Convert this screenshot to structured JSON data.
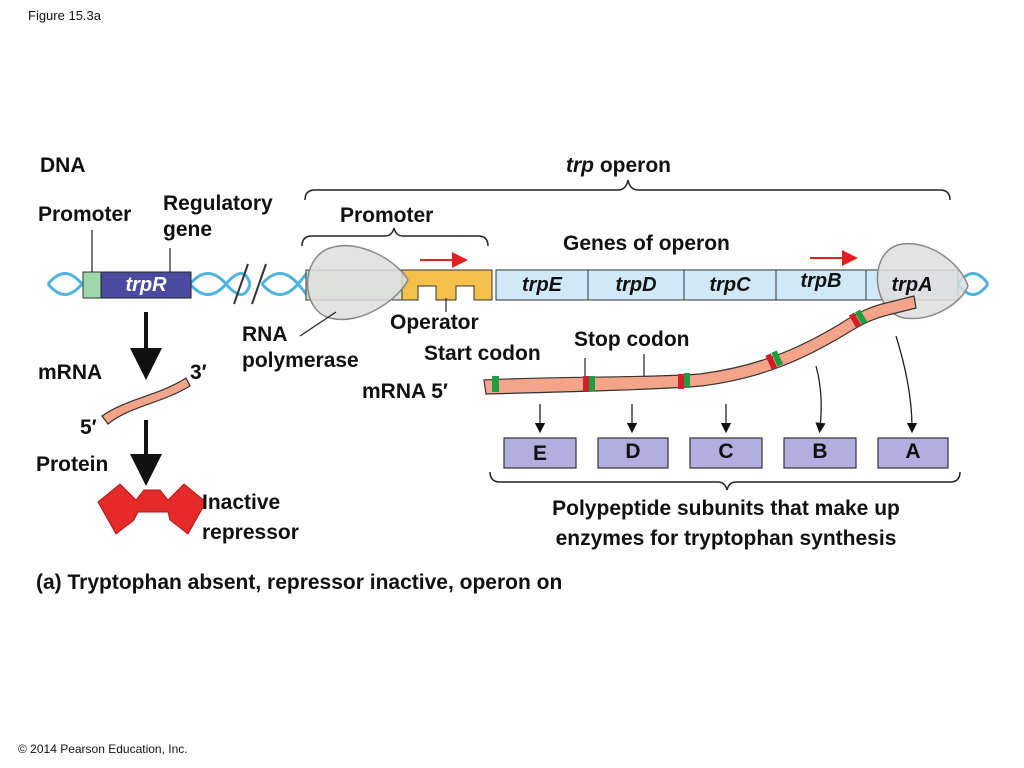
{
  "figure_label": "Figure 15.3a",
  "copyright": "© 2014 Pearson Education, Inc.",
  "caption": "(a) Tryptophan absent, repressor inactive, operon on",
  "labels": {
    "dna": "DNA",
    "trp_operon_italic": "trp",
    "trp_operon_rest": " operon",
    "promoter_left": "Promoter",
    "regulatory_gene": [
      "Regulatory",
      "gene"
    ],
    "promoter_right": "Promoter",
    "genes_of_operon": "Genes of operon",
    "operator": "Operator",
    "rna_polymerase": [
      "RNA",
      "polymerase"
    ],
    "start_codon": "Start codon",
    "stop_codon": "Stop codon",
    "mrna_left": "mRNA",
    "mrna_3prime": "3′",
    "mrna_5prime_left": "5′",
    "mrna_operon": "mRNA 5′",
    "protein": "Protein",
    "inactive_repressor": [
      "Inactive",
      "repressor"
    ],
    "polypeptide_note": [
      "Polypeptide subunits that make up",
      "enzymes for tryptophan synthesis"
    ]
  },
  "genes": {
    "regulatory": "trpR",
    "operon": [
      "trpE",
      "trpD",
      "trpC",
      "trpB",
      "trpA"
    ]
  },
  "polypeptides": [
    "E",
    "D",
    "C",
    "B",
    "A"
  ],
  "colors": {
    "dna_helix": "#4fb3e0",
    "promoter_box": "#9fd8a8",
    "trpR_box": "#4a4ba0",
    "operator": "#f5c04a",
    "gene_box": "#cfe9f8",
    "mrna": "#f4a489",
    "start_codon": "#1a9e3f",
    "stop_codon": "#d0202a",
    "polypeptide_box": "#b3aee0",
    "repressor": "#e52a2a",
    "arrow_red": "#e02020"
  }
}
